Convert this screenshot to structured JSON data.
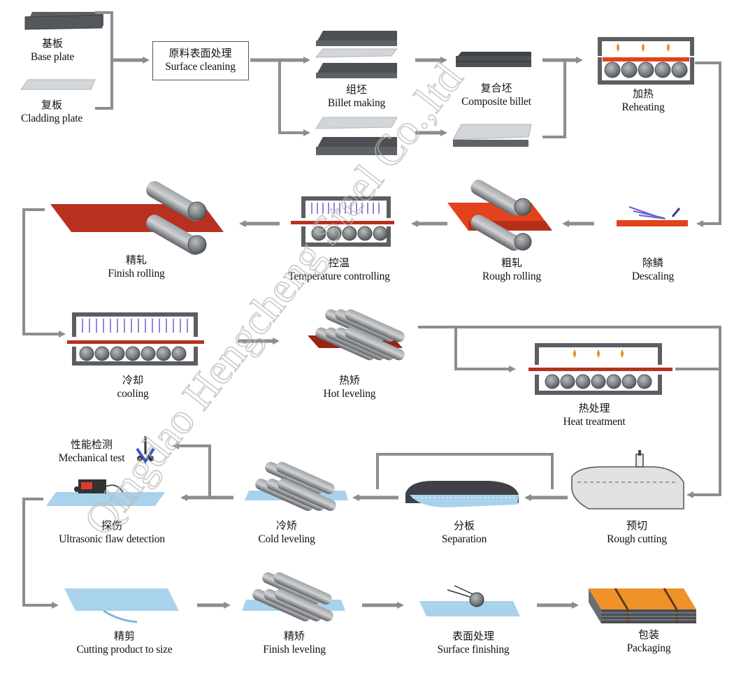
{
  "steps": {
    "base_plate": {
      "zh": "基板",
      "en": "Base plate"
    },
    "cladding_plate": {
      "zh": "复板",
      "en": "Cladding plate"
    },
    "surface_cleaning": {
      "zh": "原料表面处理",
      "en": "Surface cleaning"
    },
    "billet_making": {
      "zh": "组坯",
      "en": "Billet making"
    },
    "composite_billet": {
      "zh": "复合坯",
      "en": "Composite billet"
    },
    "reheating": {
      "zh": "加热",
      "en": "Reheating"
    },
    "descaling": {
      "zh": "除鳞",
      "en": "Descaling"
    },
    "rough_rolling": {
      "zh": "粗轧",
      "en": "Rough rolling"
    },
    "temperature_controlling": {
      "zh": "控温",
      "en": "Temperature controlling"
    },
    "finish_rolling": {
      "zh": "精轧",
      "en": "Finish rolling"
    },
    "cooling": {
      "zh": "冷却",
      "en": "cooling"
    },
    "hot_leveling": {
      "zh": "热矫",
      "en": "Hot leveling"
    },
    "heat_treatment": {
      "zh": "热处理",
      "en": "Heat treatment"
    },
    "rough_cutting": {
      "zh": "预切",
      "en": "Rough cutting"
    },
    "separation": {
      "zh": "分板",
      "en": "Separation"
    },
    "cold_leveling": {
      "zh": "冷矫",
      "en": "Cold leveling"
    },
    "mechanical_test": {
      "zh": "性能检测",
      "en": "Mechanical test"
    },
    "flaw_detection": {
      "zh": "探伤",
      "en": "Ultrasonic flaw detection"
    },
    "cutting_to_size": {
      "zh": "精剪",
      "en": "Cutting product to size"
    },
    "finish_leveling": {
      "zh": "精矫",
      "en": "Finish leveling"
    },
    "surface_finishing": {
      "zh": "表面处理",
      "en": "Surface finishing"
    },
    "packaging": {
      "zh": "包装",
      "en": "Packaging"
    }
  },
  "watermark": "Qingdao Hengcheng Steel Co.,ltd",
  "colors": {
    "arrow": "#8a8e90",
    "steel_dark": "#5b5e62",
    "steel_light": "#cfd2d4",
    "hot_plate": "#b8301f",
    "hot_plate_bright": "#e2421c",
    "cold_plate": "#a9d2ec",
    "flame": "#f08a2a",
    "spray": "#6f5fd0",
    "packaging": "#f0922a"
  }
}
